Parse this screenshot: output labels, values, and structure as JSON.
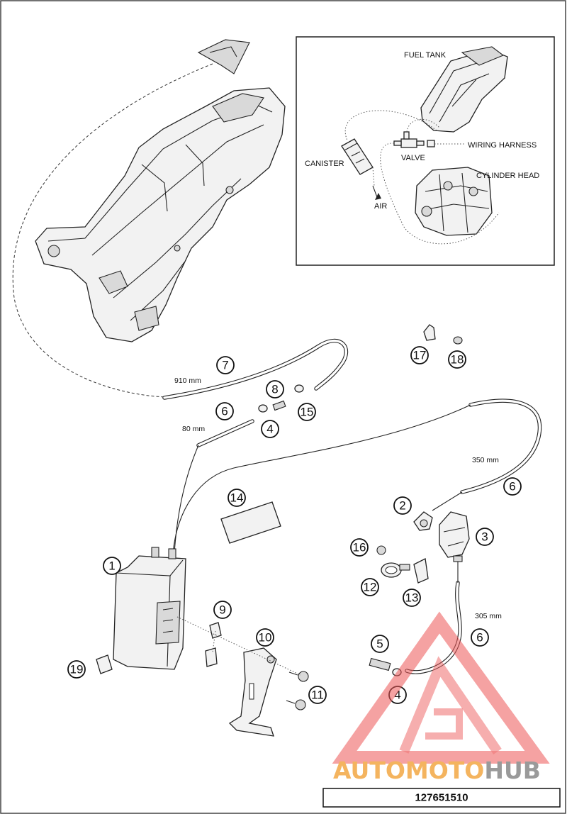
{
  "inset_labels": {
    "fuel_tank": "FUEL TANK",
    "canister": "CANISTER",
    "valve": "VALVE",
    "wiring_harness": "WIRING HARNESS",
    "cylinder_head": "CYLINDER HEAD",
    "air": "AIR"
  },
  "measurements": {
    "hose_7": "910 mm",
    "hose_6a": "80 mm",
    "hose_6b": "350 mm",
    "hose_6c": "305 mm"
  },
  "callouts": {
    "c1": "1",
    "c2": "2",
    "c3": "3",
    "c4a": "4",
    "c4b": "4",
    "c5": "5",
    "c6a": "6",
    "c6b": "6",
    "c6c": "6",
    "c7": "7",
    "c8": "8",
    "c9": "9",
    "c10": "10",
    "c11": "11",
    "c12": "12",
    "c13": "13",
    "c14": "14",
    "c15": "15",
    "c16": "16",
    "c17": "17",
    "c18": "18",
    "c19": "19"
  },
  "watermark": {
    "part1": "AUTOMOTO",
    "part2": "HUB"
  },
  "part_code": "127651510"
}
